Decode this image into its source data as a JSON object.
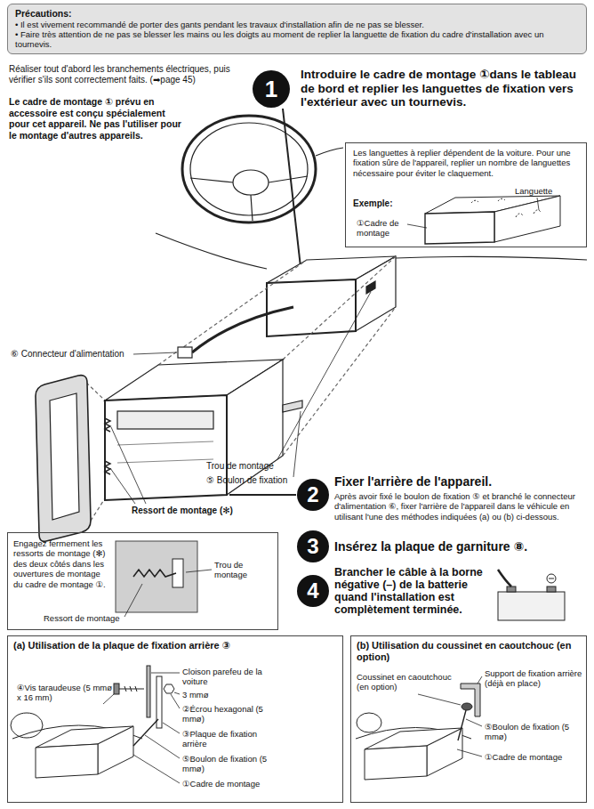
{
  "diagram": {
    "nodes": [
      {
        "text": [
          "Précautions:",
          "• Il est vivement recommandé de porter des gants pendant les travaux d'installation afin de ne pas se blesser.",
          "• Faire très attention de ne pas se blesser les mains ou les doigts au moment de replier la languette de fixation du cadre d'installation avec un tournevis."
        ]
      },
      {
        "text": [
          "1"
        ]
      },
      {
        "text": [
          "Les languettes à replier dépendent de la voiture. Pour une fixation sûre de l'appareil, replier un nombre de languettes nécessaire pour éviter le claquement.",
          "Exemple:",
          "Languette",
          "①Cadre de montage"
        ]
      },
      {
        "text": [
          "2"
        ]
      },
      {
        "text": [
          "3"
        ]
      },
      {
        "text": [
          "Engagez fermement les ressorts de montage (✻) des deux côtés dans les ouvertures de montage du cadre de montage ①.",
          "Trou de montage",
          "Ressort de montage"
        ]
      },
      {
        "text": [
          "4"
        ]
      },
      {
        "text": [
          "(a) Utilisation de la plaque de fixation arrière ③",
          "Cloison parefeu de la voiture",
          "3 mmø",
          "④Vis taraudeuse (5 mmø x 16 mm)",
          "②Écrou hexagonal (5 mmø)",
          "③Plaque de fixation arrière",
          "⑤Boulon de fixation (5 mmø)",
          "①Cadre de montage"
        ]
      },
      {
        "text": [
          "(b) Utilisation du coussinet en caoutchouc (en option)",
          "Coussinet en caoutchouc (en option)",
          "Support de fixation arrière (déjà en place)",
          "⑤Boulon de fixation (5 mmø)",
          "①Cadre de montage"
        ]
      }
    ],
    "labels": [
      "Réaliser tout d'abord les branchements électriques, puis vérifier s'ils sont correctement faits. (➡page 45)",
      "Le cadre de montage ① prévu en accessoire est conçu spécialement pour cet appareil. Ne pas l'utiliser pour le montage d'autres appareils.",
      "Introduire le cadre de montage ①dans le tableau de bord et replier les languettes de fixation vers l'extérieur avec un tournevis.",
      "⑥ Connecteur d'alimentation",
      "Trou de montage",
      "⑤ Boulon de fixation",
      "Ressort de montage (✻)",
      "Fixer l'arrière de l'appareil.",
      "Après avoir fixé le boulon de fixation ⑤ et branché le connecteur d'alimentation ⑥, fixer l'arrière de l'appareil dans le véhicule en utilisant l'une des méthodes indiquées (a) ou (b) ci-dessous.",
      "Insérez la plaque de garniture ⑧.",
      "Brancher le câble à la borne négative (–) de la batterie quand l'installation est complètement terminée."
    ]
  }
}
